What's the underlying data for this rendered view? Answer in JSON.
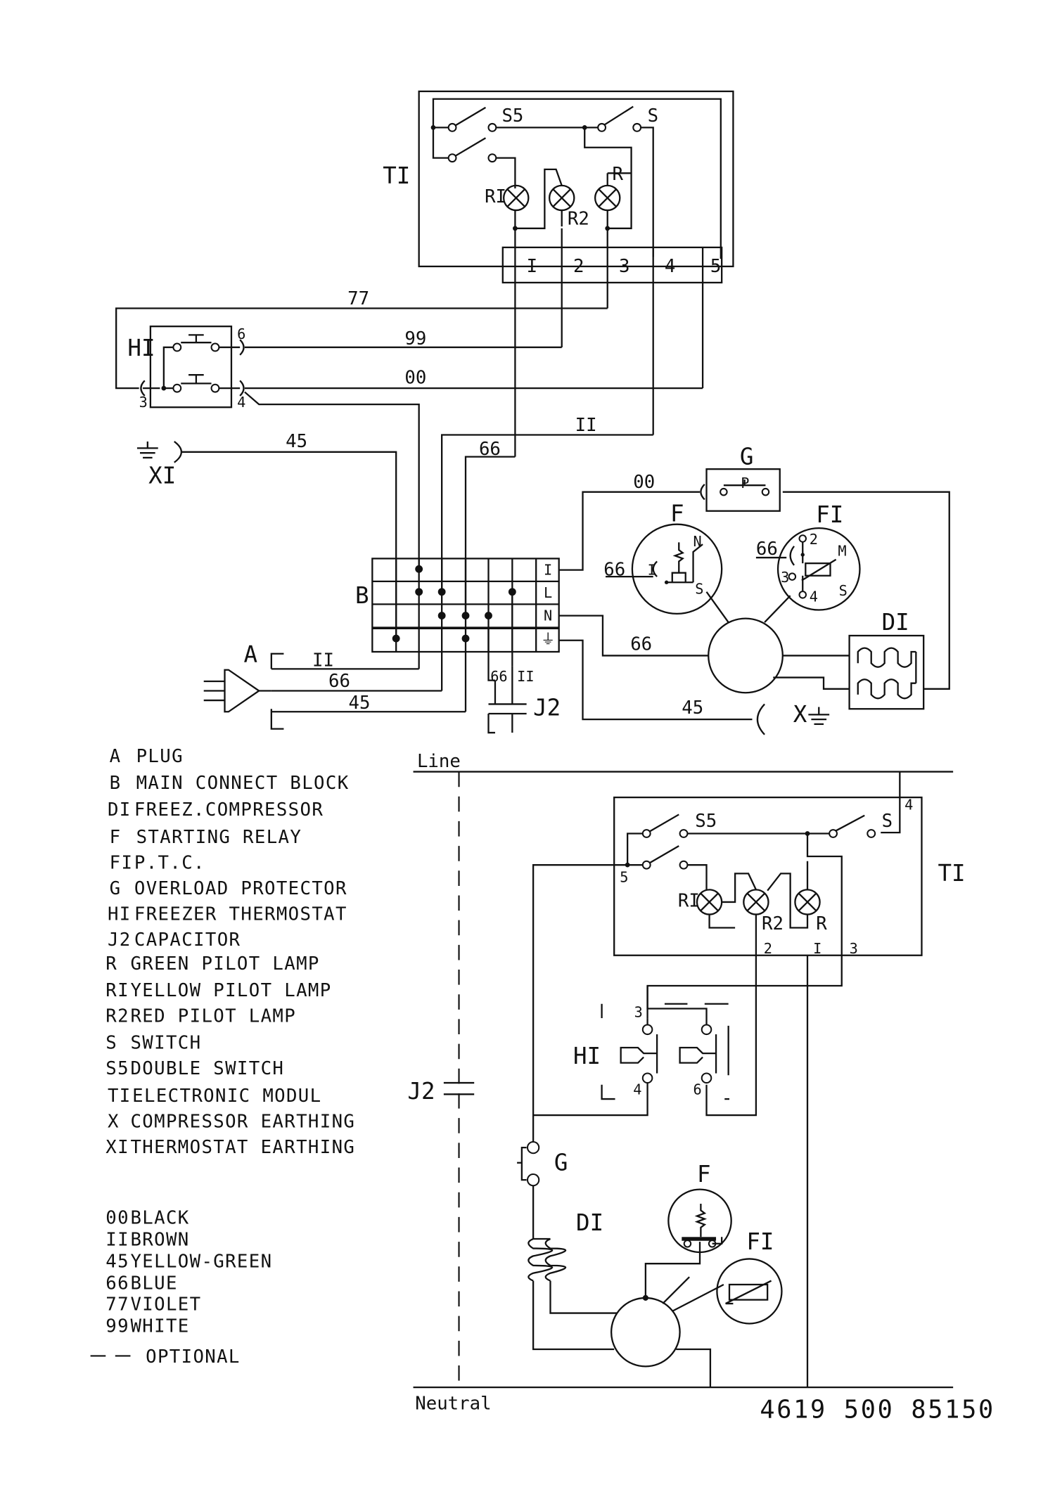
{
  "top_diagram": {
    "t1": "TI",
    "s5": "S5",
    "s": "S",
    "r1": "RI",
    "r2": "R2",
    "r": "R",
    "terminals": [
      "I",
      "2",
      "3",
      "4",
      "5"
    ],
    "h1": "HI",
    "h1_pins": [
      "6",
      "3",
      "4"
    ],
    "wire_77": "77",
    "wire_99": "99",
    "wire_00": "00",
    "wire_11": "II",
    "wire_45": "45",
    "wire_66": "66",
    "x1": "XI",
    "g": "G",
    "g_contact": "P",
    "f": "F",
    "f_n": "N",
    "f_s": "S",
    "f_one": "I",
    "f1": "FI",
    "f1_pins": [
      "2",
      "3",
      "4"
    ],
    "f1_m": "M",
    "f1_s": "S",
    "b": "B",
    "block_rows": [
      "I",
      "L",
      "N",
      "⏚"
    ],
    "d1": "DI",
    "a": "A",
    "j2": "J2",
    "x": "X"
  },
  "legend": [
    {
      "code": "A",
      "text": "PLUG"
    },
    {
      "code": "B",
      "text": "MAIN CONNECT BLOCK"
    },
    {
      "code": "DI",
      "text": "FREEZ.COMPRESSOR"
    },
    {
      "code": "F",
      "text": "STARTING RELAY"
    },
    {
      "code": "FI",
      "text": "P.T.C."
    },
    {
      "code": "G",
      "text": "OVERLOAD PROTECTOR"
    },
    {
      "code": "HI",
      "text": "FREEZER THERMOSTAT"
    },
    {
      "code": "J2",
      "text": "CAPACITOR"
    },
    {
      "code": "R",
      "text": "GREEN PILOT LAMP"
    },
    {
      "code": "RI",
      "text": "YELLOW PILOT LAMP"
    },
    {
      "code": "R2",
      "text": "RED PILOT LAMP"
    },
    {
      "code": "S",
      "text": "SWITCH"
    },
    {
      "code": "S5",
      "text": "DOUBLE SWITCH"
    },
    {
      "code": "TI",
      "text": "ELECTRONIC MODUL"
    },
    {
      "code": "X",
      "text": "COMPRESSOR EARTHING"
    },
    {
      "code": "XI",
      "text": "THERMOSTAT EARTHING"
    }
  ],
  "colors_legend": [
    {
      "code": "00",
      "text": "BLACK"
    },
    {
      "code": "II",
      "text": "BROWN"
    },
    {
      "code": "45",
      "text": "YELLOW-GREEN"
    },
    {
      "code": "66",
      "text": "BLUE"
    },
    {
      "code": "77",
      "text": "VIOLET"
    },
    {
      "code": "99",
      "text": "WHITE"
    }
  ],
  "optional_label": "OPTIONAL",
  "bottom_diagram": {
    "line": "Line",
    "neutral": "Neutral",
    "t1": "TI",
    "s5": "S5",
    "s": "S",
    "r1": "RI",
    "r2": "R2",
    "r": "R",
    "term_4": "4",
    "term_5": "5",
    "term_2": "2",
    "term_1": "I",
    "term_3": "3",
    "h1": "HI",
    "h1_3": "3",
    "h1_4": "4",
    "h1_6": "6",
    "j2": "J2",
    "g": "G",
    "d1": "DI",
    "f": "F",
    "f1": "FI"
  },
  "part_number": "4619 500 85150"
}
